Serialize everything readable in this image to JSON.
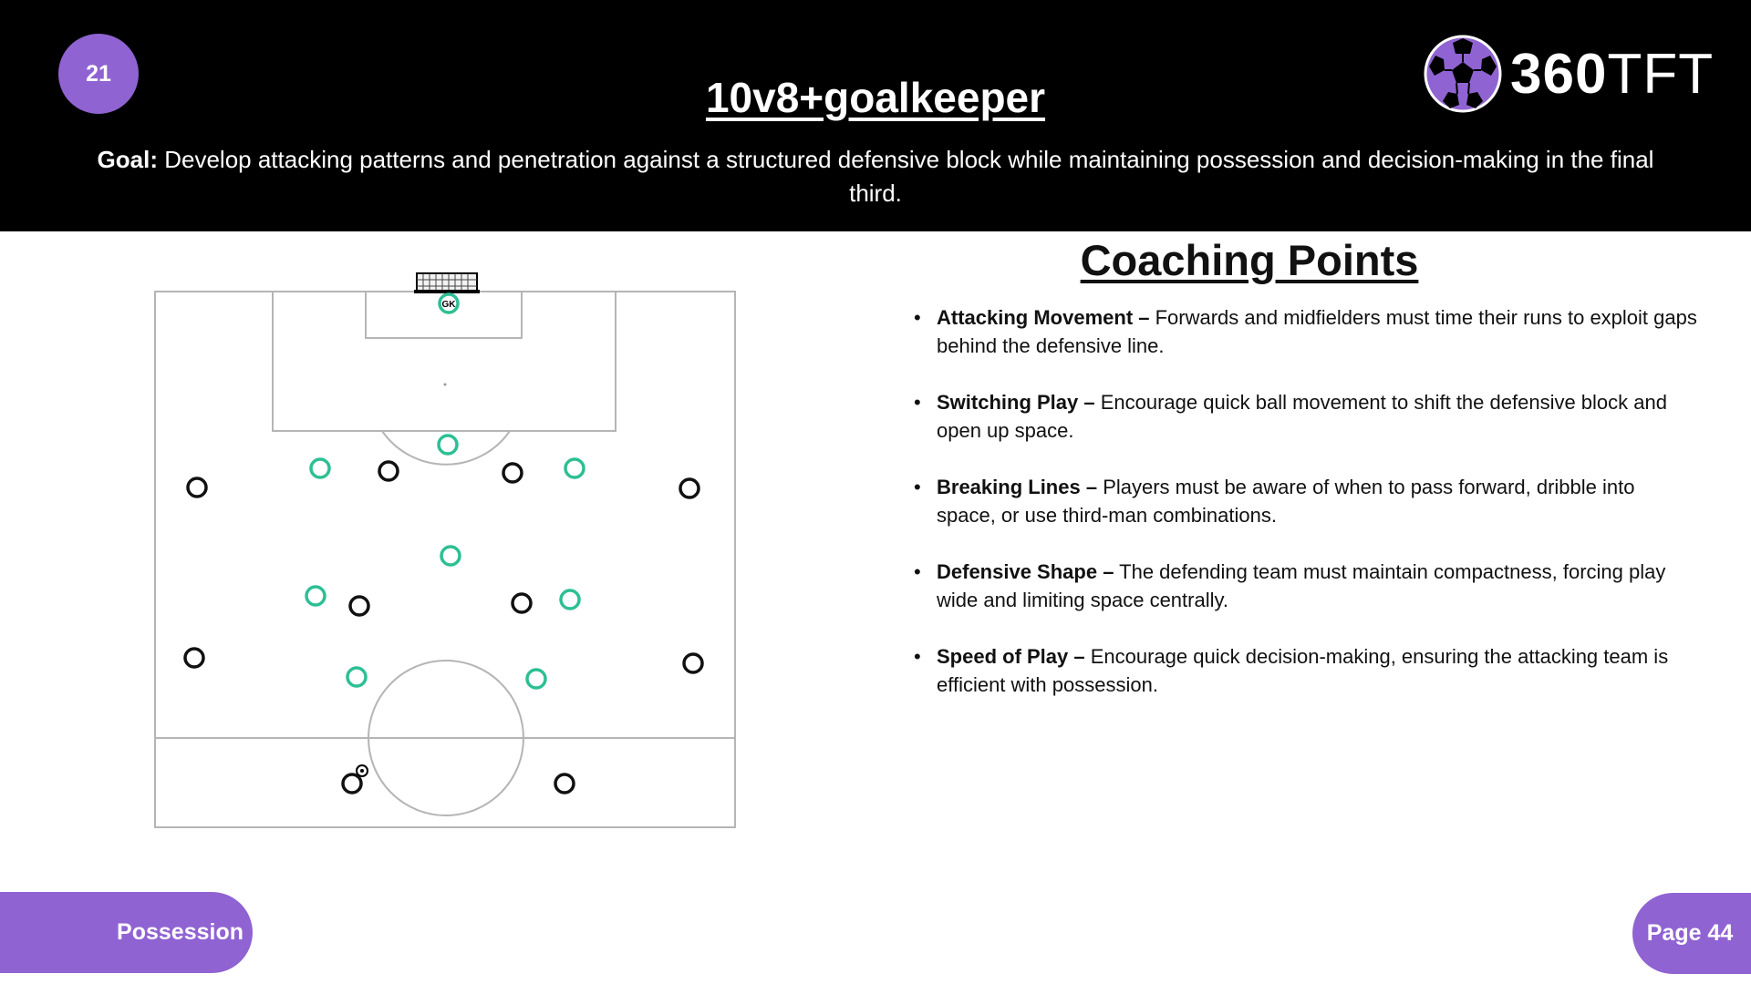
{
  "page_number_badge": "21",
  "title": "10v8+goalkeeper",
  "goal": {
    "label": "Goal:",
    "text": "Develop attacking patterns and penetration against a structured defensive block while maintaining possession and decision-making in the final third."
  },
  "brand": {
    "name_bold": "360",
    "name_light": "TFT",
    "logo_icon": "soccer-ball-icon",
    "accent_color": "#9063d2"
  },
  "diagram": {
    "goalkeeper_label": "GK",
    "team_colors": {
      "attacking": "#000000",
      "defending": "#2dbf94"
    },
    "ball_icon": "soccer-ball-icon"
  },
  "coaching_points": {
    "heading": "Coaching Points",
    "items": [
      {
        "label": "Attacking Movement –",
        "text": " Forwards and midfielders must time their runs to exploit gaps behind the defensive line."
      },
      {
        "label": "Switching Play –",
        "text": " Encourage quick ball movement to shift the defensive block and open up space."
      },
      {
        "label": "Breaking Lines –",
        "text": " Players must be aware of when to pass forward, dribble into space, or use third-man combinations."
      },
      {
        "label": "Defensive Shape –",
        "text": " The defending team must maintain compactness, forcing play wide and limiting space centrally."
      },
      {
        "label": "Speed of Play –",
        "text": " Encourage quick decision-making, ensuring the attacking team is efficient with possession."
      }
    ]
  },
  "footer": {
    "category": "Possession",
    "page": "Page 44"
  }
}
